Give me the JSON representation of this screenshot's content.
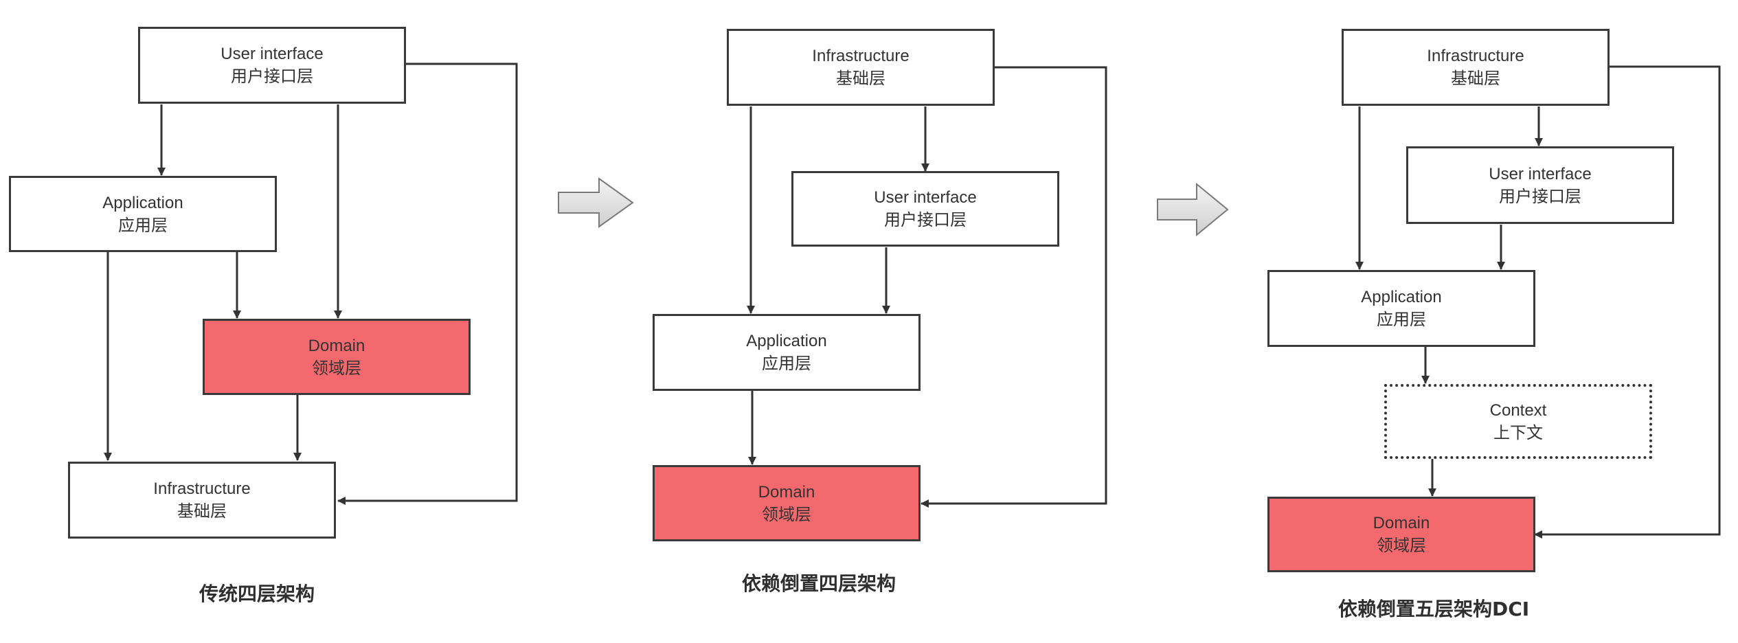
{
  "diagrams": [
    {
      "caption": "传统四层架构",
      "ui": {
        "en": "User interface",
        "zh": "用户接口层"
      },
      "app": {
        "en": "Application",
        "zh": "应用层"
      },
      "domain": {
        "en": "Domain",
        "zh": "领域层"
      },
      "infra": {
        "en": "Infrastructure",
        "zh": "基础层"
      }
    },
    {
      "caption": "依赖倒置四层架构",
      "infra": {
        "en": "Infrastructure",
        "zh": "基础层"
      },
      "ui": {
        "en": "User interface",
        "zh": "用户接口层"
      },
      "app": {
        "en": "Application",
        "zh": "应用层"
      },
      "domain": {
        "en": "Domain",
        "zh": "领域层"
      }
    },
    {
      "caption": "依赖倒置五层架构DCI",
      "infra": {
        "en": "Infrastructure",
        "zh": "基础层"
      },
      "ui": {
        "en": "User interface",
        "zh": "用户接口层"
      },
      "app": {
        "en": "Application",
        "zh": "应用层"
      },
      "context": {
        "en": "Context",
        "zh": "上下文"
      },
      "domain": {
        "en": "Domain",
        "zh": "领域层"
      }
    }
  ],
  "colors": {
    "domain_fill": "#f4696d",
    "box_border": "#3a3a3a",
    "arrow": "#333333",
    "transition_arrow_fill": "#e6e6e6"
  }
}
